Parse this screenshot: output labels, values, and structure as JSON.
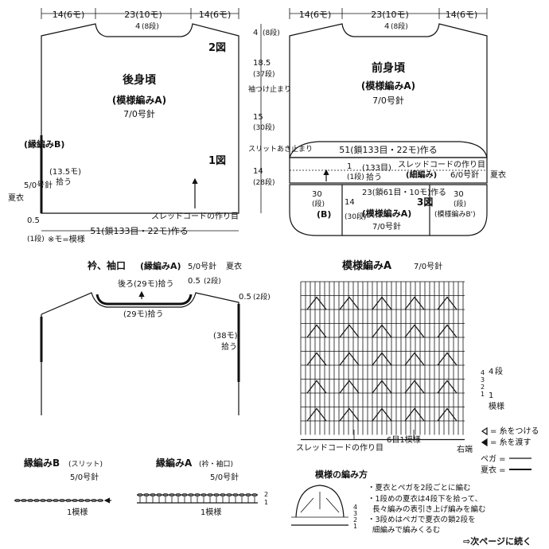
{
  "top_dims": {
    "back_left": "14(6モ)",
    "back_center": "23(10モ)",
    "back_right": "14(6モ)",
    "front_left": "14(6モ)",
    "front_center": "23(10モ)",
    "front_right": "14(6モ)"
  },
  "back": {
    "neck_rows": "4",
    "neck_rows_unit": "(8段)",
    "title": "後身頃",
    "pattern": "(模様編みA)",
    "needle": "7/0号針",
    "fig2": "2図",
    "fig1": "1図",
    "edge_b_label": "(縁編みB)",
    "pickup": "(13.5モ)",
    "pickup_note": "拾う",
    "needle_side": "5/0号針",
    "summer": "夏衣",
    "bottom_rows": "0.5",
    "bottom_rows_paren": "(1段)",
    "chain_note": "スレッドコードの作り目",
    "bottom_width": "51(鎖133目・22モ)作る",
    "legend": "※モ=模様"
  },
  "side_dims": {
    "shoulder_rows": "4",
    "shoulder_rows_paren": "(8段)",
    "armhole": "18.5",
    "armhole_paren": "(37段)",
    "armhole_note": "袖つけ止まり",
    "armhole_note2": "袖つけ止まり",
    "middle": "15",
    "middle_paren": "(30段)",
    "slit_note": "スリットあき止まり",
    "slit": "14",
    "slit_paren": "(28段)"
  },
  "front": {
    "neck_rows": "4",
    "neck_rows_unit": "(8段)",
    "title": "前身頃",
    "pattern": "(模様編みA)",
    "needle": "7/0号針",
    "width": "51(鎖133目・22モ)作る",
    "row1": "1",
    "row1_paren": "(1段)",
    "stitch133": "(133目)",
    "pickup": "拾う",
    "chain_note": "スレッドコードの作り目",
    "edging": "(細編み)",
    "edging_needle": "6/0号針",
    "summer": "夏衣",
    "rows30_l": "30",
    "rows30_l_paren": "(段)",
    "center": "23(鎖61目・10モ)作る",
    "fig3": "3図",
    "rows30_r": "30",
    "rows30_r_paren": "(段)",
    "part_b": "(B)",
    "rows14": "14",
    "rows14_paren": "(30段)",
    "center_pattern": "(模様編みA)",
    "center_needle": "7/0号針",
    "right_pattern": "(模様編みB')"
  },
  "collar": {
    "title": "衿、袖口",
    "title_pattern": "(縁編みA)",
    "title_needle": "5/0号針",
    "title_summer": "夏衣",
    "back_pickup": "後ろ(29モ)拾う",
    "rows2": "0.5",
    "rows2_paren": "(2段)",
    "front_pickup": "(29モ)拾う",
    "sleeve_rows": "0.5",
    "sleeve_rows_paren": "(2段)",
    "sleeve_pickup": "(38モ)",
    "sleeve_pickup_note": "拾う"
  },
  "pattern_a": {
    "title": "模様編みA",
    "needle": "7/0号針",
    "rows_label": "4",
    "rows_label_unit": "段",
    "one_pattern": "1",
    "one_pattern_unit": "模様",
    "row_marks": [
      "4",
      "3",
      "2",
      "1"
    ],
    "start_chain": "スレッドコードの作り目",
    "six_per": "6目1模様",
    "right_end": "右端"
  },
  "legend": {
    "attach": "= 糸をつける",
    "pass": "= 糸を渡す",
    "pega": "ペガ =",
    "summer": "夏衣 ="
  },
  "edge_b": {
    "title": "縁編みB",
    "sub": "(スリット)",
    "needle": "5/0号針",
    "repeat": "1模様"
  },
  "edge_a": {
    "title": "縁編みA",
    "sub": "(衿・袖口)",
    "needle": "5/0号針",
    "repeat": "1模様",
    "marks": [
      "2",
      "1"
    ]
  },
  "how_to": {
    "title": "模様の編み方",
    "marks": [
      "4",
      "3",
      "2",
      "1"
    ],
    "notes": [
      "・夏衣とペガを2段ごとに編む",
      "・1段めの夏衣は4段下を拾って、",
      "長々編みの表引き上げ編みを編む",
      "・3段めはペガで夏衣の鎖2段を",
      "細編みで編みくるむ"
    ]
  },
  "footer": {
    "next": "⇨次ページに続く"
  }
}
